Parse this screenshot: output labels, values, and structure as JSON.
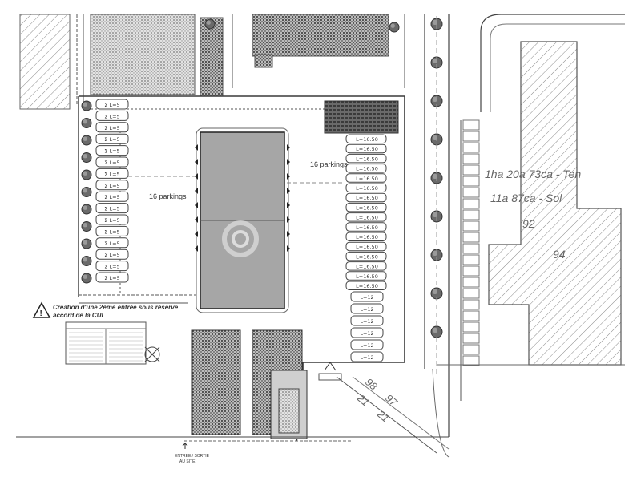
{
  "plan": {
    "parking_left_count": "16 parkings",
    "parking_right_count": "16 parkings",
    "left_stall_label": "Σ L=5",
    "right_stall_label": "L=16.50",
    "right_stall_label_small": "L=12",
    "cadastre_area_1": "1ha 20a 73ca - Ten",
    "cadastre_area_2": "11a 87ca - Sol",
    "parcel_92": "92",
    "parcel_94": "94",
    "parcel_98": "98",
    "parcel_97": "97",
    "parcel_21a": "21",
    "parcel_21b": "21",
    "note_line_1": "Création d'une 2ème entrée sous réserve",
    "note_line_2": "accord de la CUL",
    "note_warning_symbol": "!",
    "entry_label_1": "ENTRÉE / SORTIE",
    "entry_label_2": "AU SITE"
  },
  "colors": {
    "line": "#3a3a3a",
    "hatch": "#8a8a8a",
    "building_fill": "#9a9a9a",
    "tree": "#5a5a5a",
    "watermark": "#b8b8b8"
  }
}
